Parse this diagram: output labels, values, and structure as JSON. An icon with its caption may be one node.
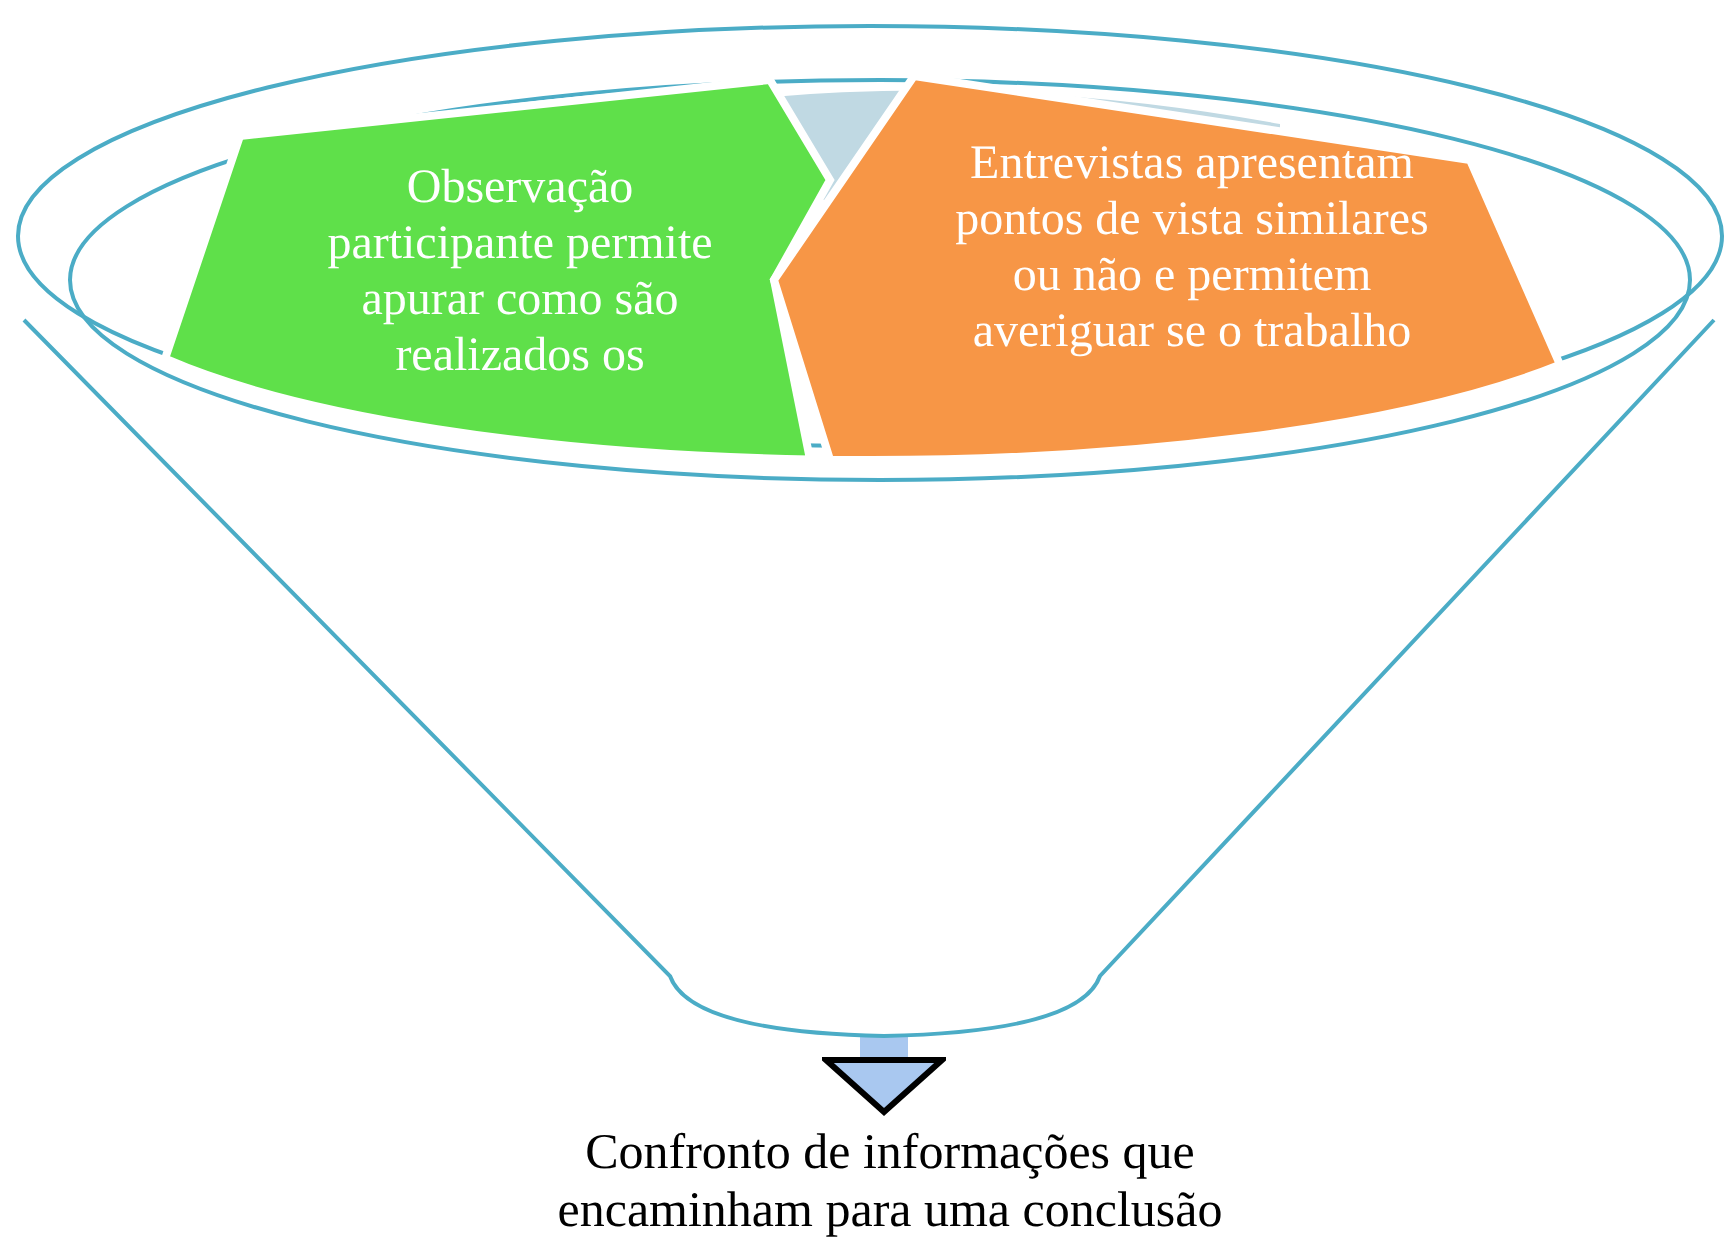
{
  "diagram": {
    "nodes": [
      {
        "text": [],
        "shape": "funnel"
      },
      {
        "text": [
          "Observação participante permite apurar como são realizados os"
        ],
        "in": 0
      },
      {
        "text": [
          "Entrevistas apresentam pontos de vista similares ou não e permitem averiguar se o trabalho"
        ],
        "in": 0
      },
      {
        "text": [
          "Confronto de informações que encaminham para uma conclusão"
        ]
      }
    ],
    "edges": [
      {
        "from": 0,
        "to": 3,
        "arrow": "to"
      }
    ]
  }
}
